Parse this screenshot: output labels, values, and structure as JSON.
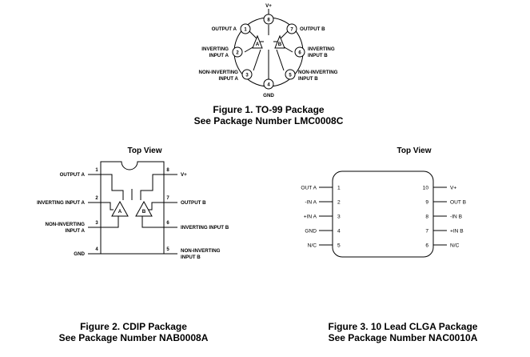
{
  "to99": {
    "vplus": "V+",
    "gnd": "GND",
    "pins": [
      "1",
      "2",
      "3",
      "4",
      "5",
      "6",
      "7",
      "8"
    ],
    "labels": {
      "output_a": "OUTPUT A",
      "inv_a_1": "INVERTING",
      "inv_a_2": "INPUT A",
      "noninv_a_1": "NON-INVERTING",
      "noninv_a_2": "INPUT A",
      "output_b": "OUTPUT B",
      "inv_b_1": "INVERTING",
      "inv_b_2": "INPUT B",
      "noninv_b_1": "NON-INVERTING",
      "noninv_b_2": "INPUT B"
    },
    "amp_a": "A",
    "amp_b": "B",
    "caption_1": "Figure 1.  TO-99 Package",
    "caption_2": "See Package Number LMC0008C"
  },
  "cdip": {
    "top_view": "Top View",
    "pins": [
      "1",
      "2",
      "3",
      "4",
      "5",
      "6",
      "7",
      "8"
    ],
    "labels": {
      "output_a": "OUTPUT A",
      "inv_a": "INVERTING INPUT A",
      "noninv_a_1": "NON-INVERTING",
      "noninv_a_2": "INPUT A",
      "gnd": "GND",
      "vplus": "V+",
      "output_b": "OUTPUT B",
      "inv_b": "INVERTING INPUT B",
      "noninv_b_1": "NON-INVERTING",
      "noninv_b_2": "INPUT B"
    },
    "amp_a": "A",
    "amp_b": "B",
    "caption_1": "Figure 2.  CDIP Package",
    "caption_2": "See Package Number NAB0008A"
  },
  "clga": {
    "top_view": "Top View",
    "left_labels": [
      "OUT A",
      "-IN A",
      "+IN A",
      "GND",
      "N/C"
    ],
    "left_pins": [
      "1",
      "2",
      "3",
      "4",
      "5"
    ],
    "right_labels": [
      "V+",
      "OUT B",
      "-IN B",
      "+IN B",
      "N/C"
    ],
    "right_pins": [
      "10",
      "9",
      "8",
      "7",
      "6"
    ],
    "caption_1": "Figure 3. 10 Lead CLGA Package",
    "caption_2": "See Package Number NAC0010A"
  }
}
